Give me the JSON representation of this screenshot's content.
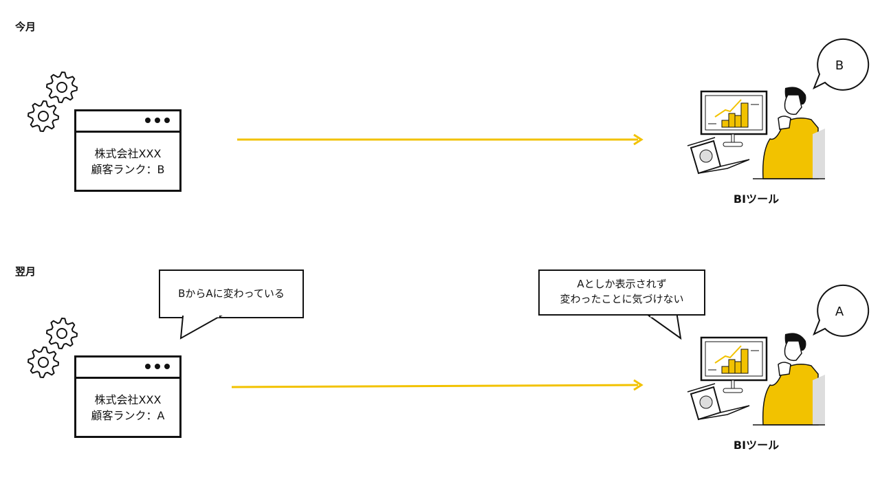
{
  "accent_color": "#F2C200",
  "rows": [
    {
      "period_label": "今月",
      "system": {
        "company": "株式会社XXX",
        "rank_line": "顧客ランク：B"
      },
      "bi_tool": {
        "label": "BIツール",
        "bubble": "B"
      }
    },
    {
      "period_label": "翌月",
      "system": {
        "company": "株式会社XXX",
        "rank_line": "顧客ランク：A"
      },
      "system_bubble": "BからAに変わっている",
      "bi_tool": {
        "label": "BIツール",
        "bubble": "A",
        "callout_line1": "Aとしか表示されず",
        "callout_line2": "変わったことに気づけない"
      }
    }
  ]
}
